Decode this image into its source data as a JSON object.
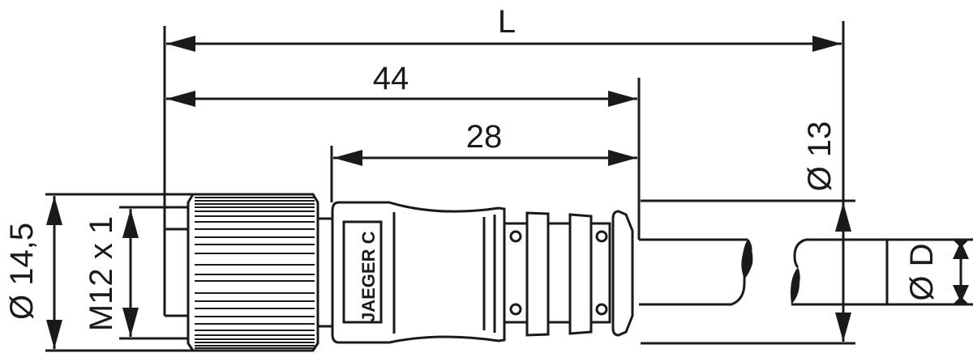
{
  "drawing": {
    "title": "M12 cable connector dimension drawing",
    "stroke_color": "#1a1a1a",
    "background": "#ffffff"
  },
  "dimensions": {
    "overall_length": "L",
    "length_44": "44",
    "length_28": "28",
    "nut_diameter": "Ø 14,5",
    "thread": "M12 x 1",
    "body_diameter": "Ø 13",
    "cable_diameter": "Ø D"
  },
  "brand_label": "JAEGER C"
}
